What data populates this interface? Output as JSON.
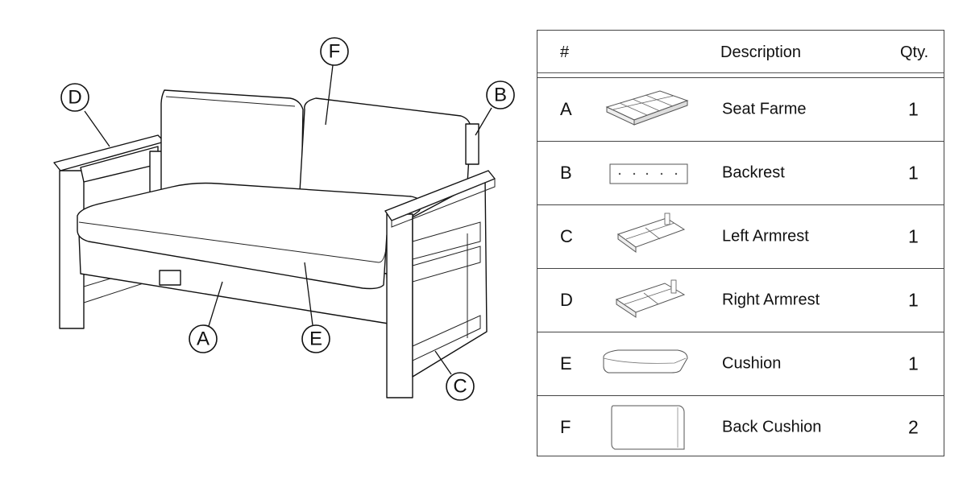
{
  "diagram": {
    "callouts": [
      {
        "id": "a",
        "label": "A"
      },
      {
        "id": "b",
        "label": "B"
      },
      {
        "id": "c",
        "label": "C"
      },
      {
        "id": "d",
        "label": "D"
      },
      {
        "id": "e",
        "label": "E"
      },
      {
        "id": "f",
        "label": "F"
      }
    ]
  },
  "table": {
    "headers": {
      "number": "#",
      "description": "Description",
      "quantity": "Qty."
    },
    "rows": [
      {
        "id": "A",
        "description": "Seat Farme",
        "qty": "1",
        "thumbnail": "seat-frame-icon"
      },
      {
        "id": "B",
        "description": "Backrest",
        "qty": "1",
        "thumbnail": "backrest-icon"
      },
      {
        "id": "C",
        "description": "Left Armrest",
        "qty": "1",
        "thumbnail": "left-armrest-icon"
      },
      {
        "id": "D",
        "description": "Right Armrest",
        "qty": "1",
        "thumbnail": "right-armrest-icon"
      },
      {
        "id": "E",
        "description": "Cushion",
        "qty": "1",
        "thumbnail": "cushion-icon"
      },
      {
        "id": "F",
        "description": "Back Cushion",
        "qty": "2",
        "thumbnail": "back-cushion-icon"
      }
    ]
  }
}
